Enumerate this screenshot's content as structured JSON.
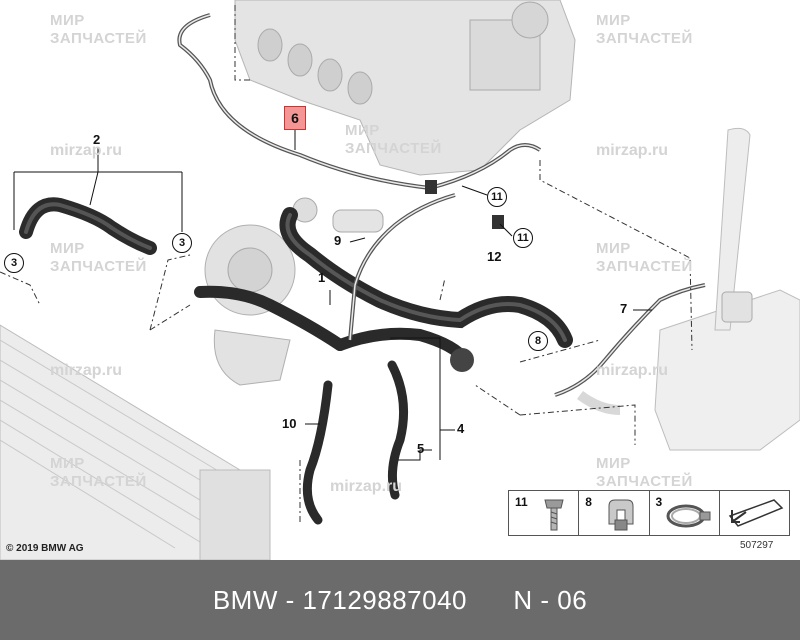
{
  "watermark": {
    "line1": "МИР",
    "line2": "ЗАПЧАСТЕЙ",
    "url": "mirzap.ru"
  },
  "callouts": {
    "c1": "1",
    "c2": "2",
    "c3a": "3",
    "c3b": "3",
    "c4": "4",
    "c5": "5",
    "c6": "6",
    "c7": "7",
    "c8": "8",
    "c9": "9",
    "c10": "10",
    "c11a": "11",
    "c11b": "11",
    "c12": "12"
  },
  "legend": {
    "items": [
      {
        "number": "11",
        "icon": "bolt-icon"
      },
      {
        "number": "8",
        "icon": "clip-icon"
      },
      {
        "number": "3",
        "icon": "hose-clamp-icon"
      },
      {
        "number": "",
        "icon": "gasket-icon"
      }
    ]
  },
  "copyright": "© 2019 BMW AG",
  "image_number": "507297",
  "footer": {
    "text": "BMW - 17129887040      N - 06"
  }
}
